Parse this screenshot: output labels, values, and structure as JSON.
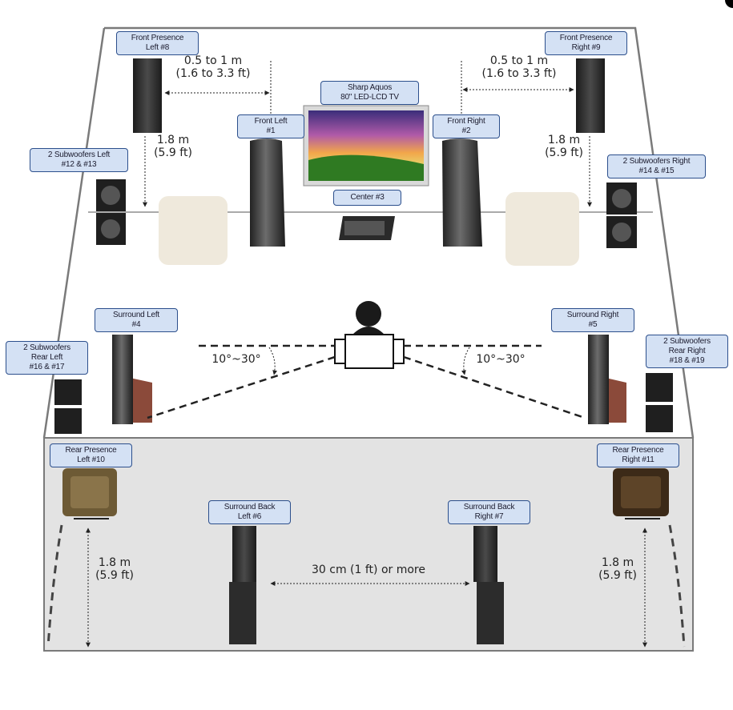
{
  "labels": {
    "front_presence_left": "Front Presence\nLeft #8",
    "front_presence_right": "Front Presence\nRight #9",
    "sharp_tv": "Sharp Aquos\n80\" LED-LCD TV",
    "front_left": "Front Left\n#1",
    "front_right": "Front Right\n#2",
    "center": "Center #3",
    "subs_left": "2 Subwoofers Left\n#12 & #13",
    "subs_right": "2 Subwoofers Right\n#14 & #15",
    "surround_left": "Surround  Left\n#4",
    "surround_right": "Surround Right\n#5",
    "subs_rear_left": "2 Subwoofers\nRear Left\n#16 & #17",
    "subs_rear_right": "2 Subwoofers\nRear Right\n#18 & #19",
    "rear_presence_left": "Rear Presence\nLeft #10",
    "rear_presence_right": "Rear Presence\nRight #11",
    "surround_back_left": "Surround Back\nLeft #6",
    "surround_back_right": "Surround Back\nRight #7"
  },
  "measurements": {
    "front_left_spacing": "0.5 to 1 m\n(1.6 to 3.3 ft)",
    "front_right_spacing": "0.5 to 1 m\n(1.6 to 3.3 ft)",
    "front_left_height": "1.8 m\n(5.9 ft)",
    "front_right_height": "1.8 m\n(5.9 ft)",
    "angle_left": "10°~30°",
    "angle_right": "10°~30°",
    "surround_back_spacing": "30 cm (1 ft) or more",
    "rear_left_height": "1.8 m\n(5.9 ft)",
    "rear_right_height": "1.8 m\n(5.9 ft)"
  },
  "colors": {
    "label_fill": "#d4e1f4",
    "label_border": "#2c4f8c",
    "room_line": "#7a7a7a",
    "floor": "#e3e3e3",
    "speaker": "#2a2a2a",
    "pad": "#efe9dc",
    "wood": "#8b4a3a"
  }
}
